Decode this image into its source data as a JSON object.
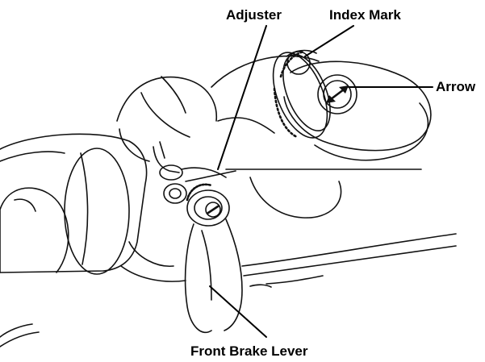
{
  "diagram": {
    "labels": {
      "adjuster": "Adjuster",
      "index_mark": "Index Mark",
      "arrow": "Arrow",
      "front_brake_lever": "Front Brake Lever"
    },
    "colors": {
      "ink": "#111111",
      "background": "#ffffff"
    }
  }
}
